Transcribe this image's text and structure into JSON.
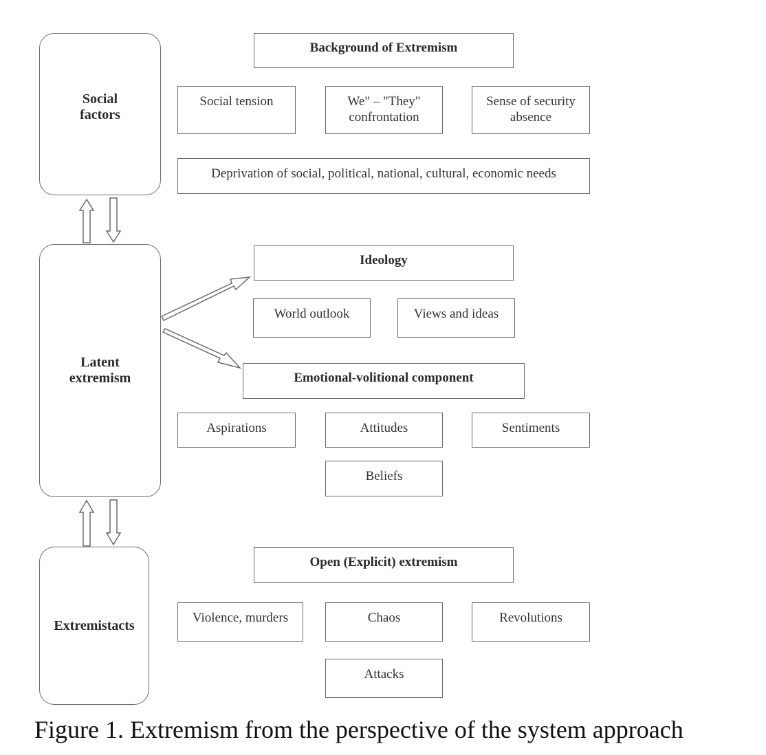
{
  "side": {
    "social_factors": "Social\nfactors",
    "latent_extremism": "Latent\nextremism",
    "extremist_acts": "Extremistacts"
  },
  "background": {
    "header": "Background of Extremism",
    "items": [
      "Social tension",
      "We\" – \"They\"\nconfrontation",
      "Sense of security\nabsence"
    ],
    "deprivation": "Deprivation of social, political, national, cultural, economic needs"
  },
  "ideology": {
    "header": "Ideology",
    "items": [
      "World outlook",
      "Views and ideas"
    ]
  },
  "emotional": {
    "header": "Emotional-volitional component",
    "items": [
      "Aspirations",
      "Attitudes",
      "Sentiments",
      "Beliefs"
    ]
  },
  "open": {
    "header": "Open (Explicit) extremism",
    "items": [
      "Violence, murders",
      "Chaos",
      "Revolutions",
      "Attacks"
    ]
  },
  "caption": "Figure 1. Extremism from the perspective of the system approach"
}
